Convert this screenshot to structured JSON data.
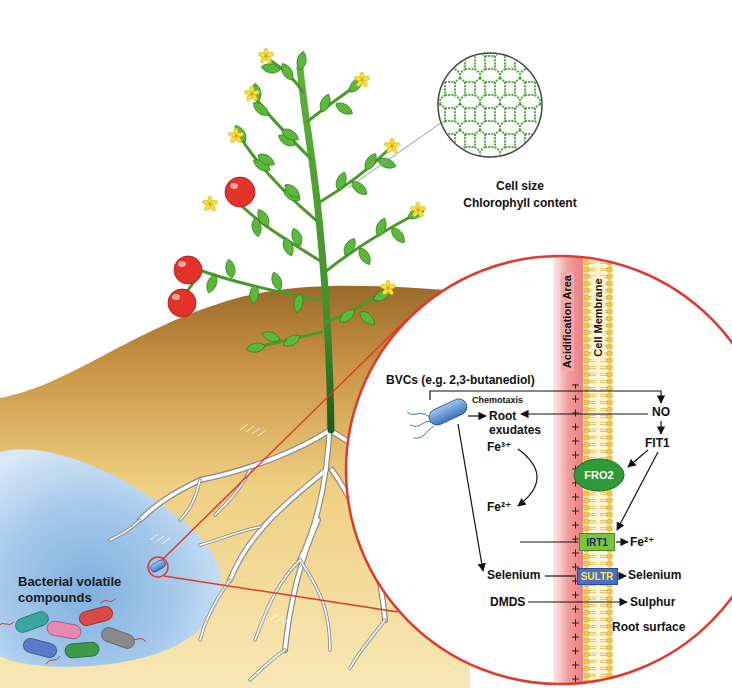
{
  "diagram": {
    "nodes": [
      {
        "text": [
          "FRO2"
        ]
      },
      {
        "text": [
          "IRT1"
        ]
      },
      {
        "text": [
          "SULTR"
        ]
      }
    ],
    "labels": [
      "Cell size",
      "Chlorophyll content",
      "Bacterial volatile compounds",
      "Acidification Area",
      "Cell Membrane",
      "BVCs (e.g. 2,3-butanediol)",
      "Chemotaxis",
      "Root exudates",
      "NO",
      "Fe³⁺",
      "FIT1",
      "Fe²⁺",
      "Fe²⁺",
      "Selenium",
      "Selenium",
      "DMDS",
      "Sulphur",
      "Root surface"
    ]
  }
}
